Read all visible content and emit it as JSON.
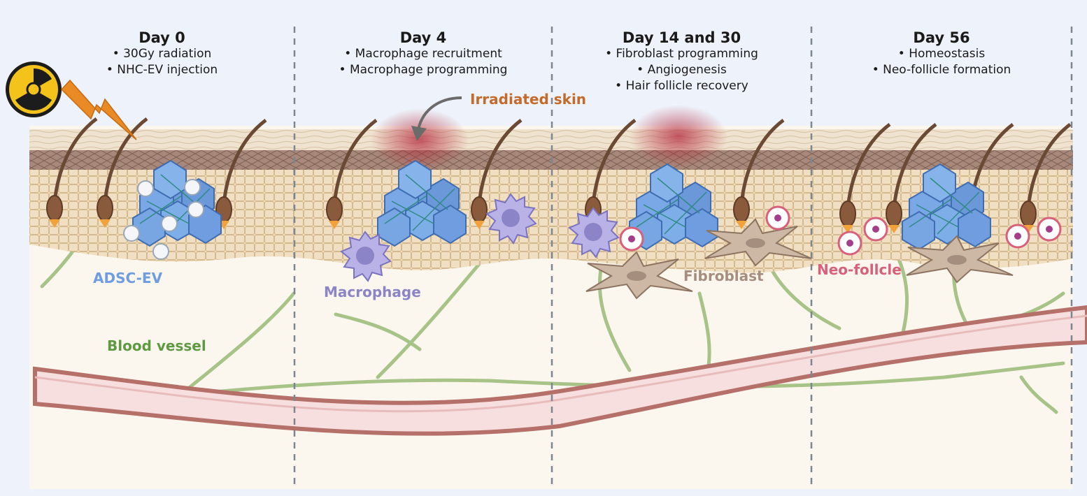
{
  "stages": [
    {
      "title": "Day 0",
      "bullets": [
        "• 30Gy radiation",
        "• NHC-EV injection"
      ]
    },
    {
      "title": "Day 4",
      "bullets": [
        "• Macrophage recruitment",
        "• Macrophage programming"
      ]
    },
    {
      "title": "Day 14 and 30",
      "bullets": [
        "• Fibroblast programming",
        "• Angiogenesis",
        "• Hair follicle recovery"
      ]
    },
    {
      "title": "Day 56",
      "bullets": [
        "• Homeostasis",
        "• Neo-follicle formation"
      ]
    }
  ],
  "labels": {
    "adsc_ev": "ADSC-EV",
    "macrophage": "Macrophage",
    "irradiated_skin": "Irradiated skin",
    "fibroblast": "Fibroblast",
    "neo_follicle": "Neo-follcle",
    "blood_vessel": "Blood vessel"
  },
  "colors": {
    "background": "#eef3fb",
    "epidermis": "#eddcbf",
    "dermis": "#fbf7ee",
    "vessel_wall": "#b5706a",
    "vessel_lumen": "#f7dfe0",
    "capillary": "#a8c388",
    "adsc_ev": "#6f9ddf",
    "macrophage": "#8b84c6",
    "irradiated": "#c46a2a",
    "fibroblast": "#a58e7e",
    "neo_follicle": "#d8607a",
    "blood_vessel": "#5f9a43"
  },
  "icons": [
    "radiation-icon",
    "lightning-icon",
    "curved-arrow-icon"
  ]
}
